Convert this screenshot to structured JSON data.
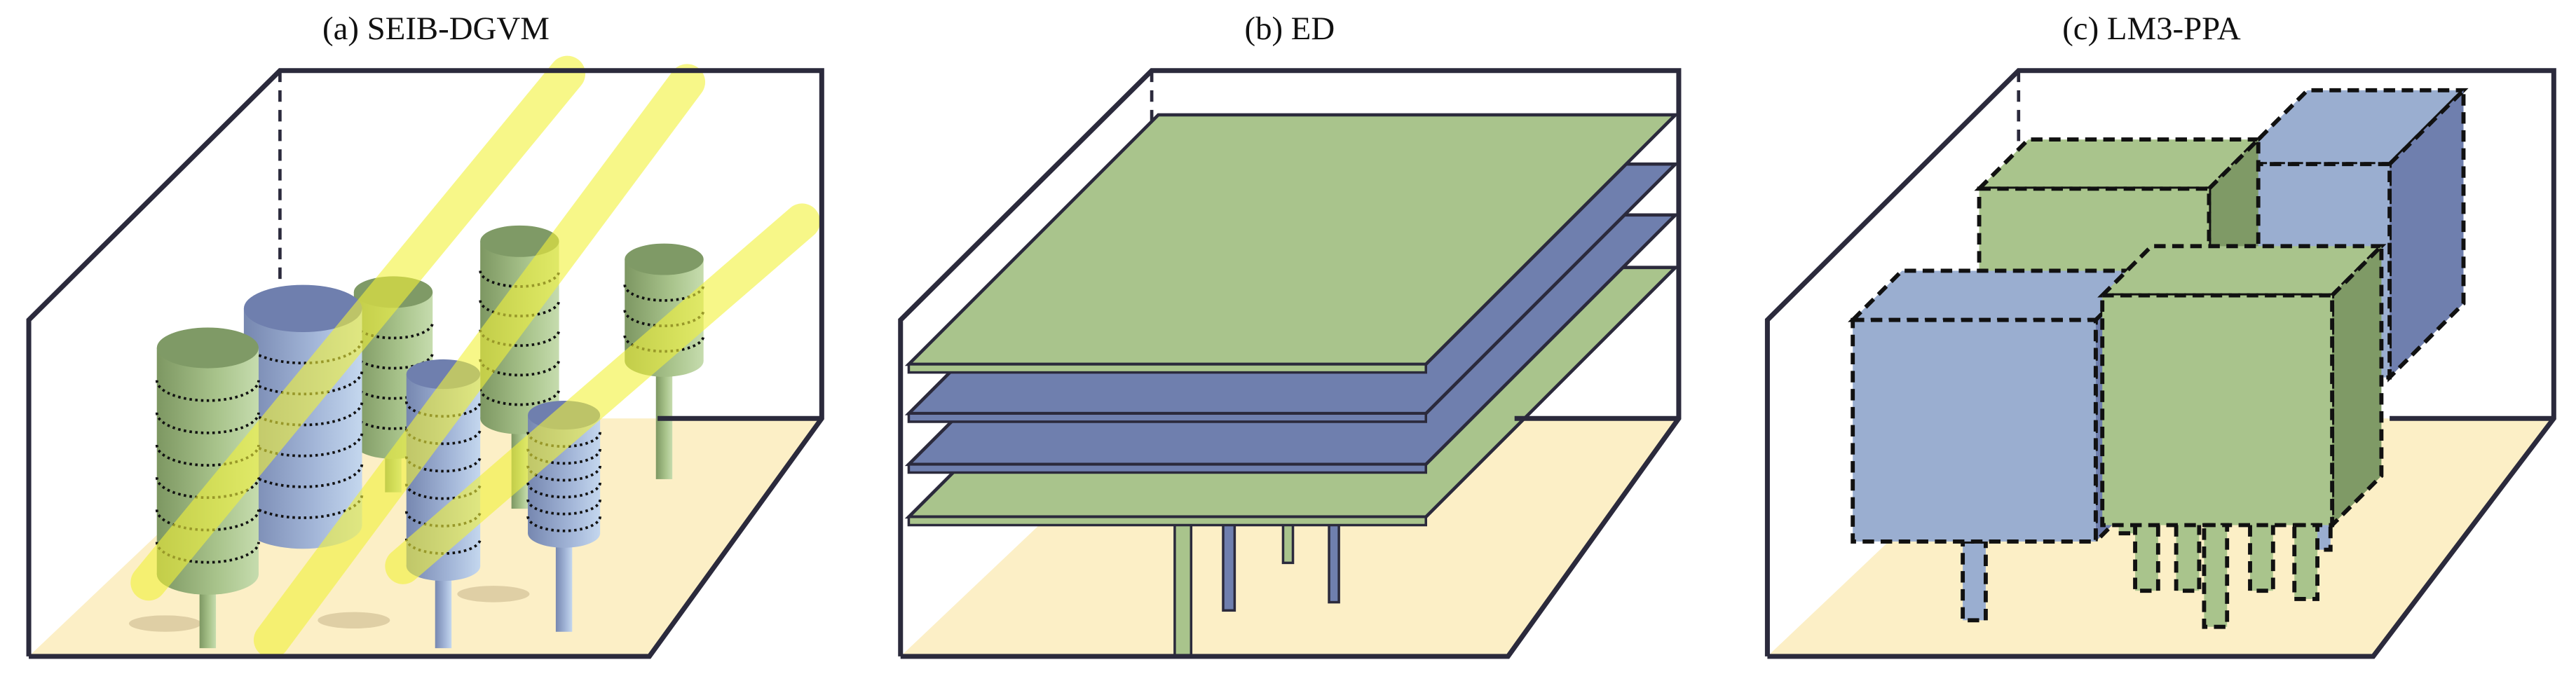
{
  "panels": [
    {
      "title": "(a) SEIB-DGVM"
    },
    {
      "title": "(b) ED"
    },
    {
      "title": "(c) LM3-PPA"
    }
  ],
  "colors": {
    "frame": "#2b2a3c",
    "floor": "#fcefc6",
    "green": "#a9c48c",
    "green_dark": "#7f9a66",
    "blue": "#9aaed0",
    "blue_dark": "#6f7fae",
    "light_beam": "#f2f23a"
  }
}
